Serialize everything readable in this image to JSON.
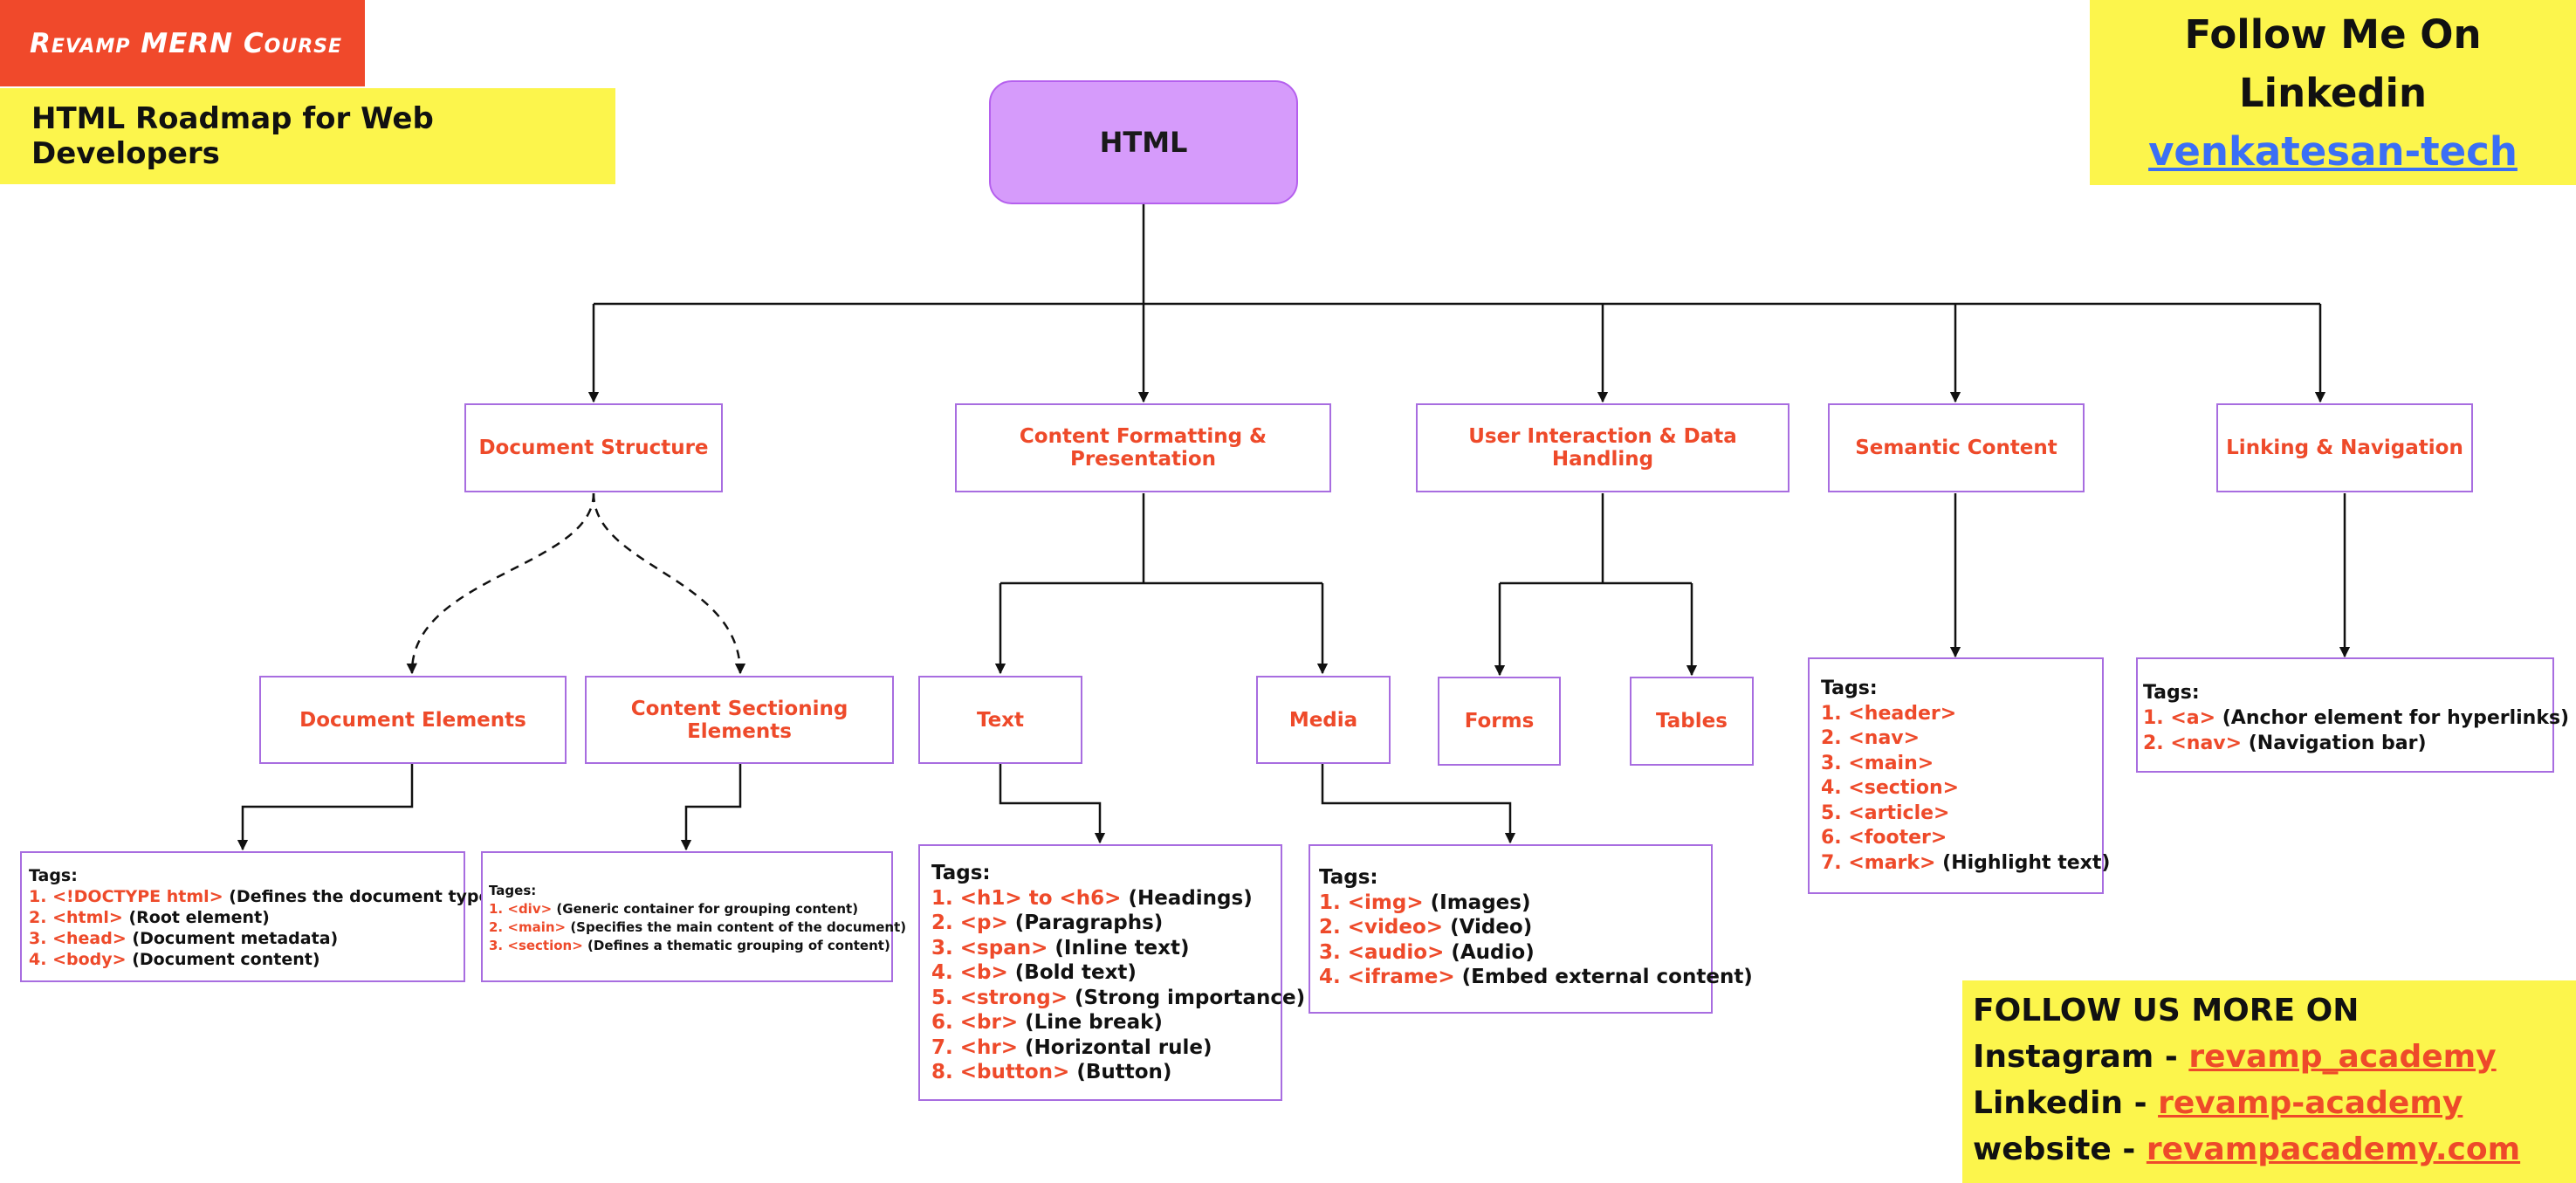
{
  "header": {
    "course_badge": "Revamp MERN Course",
    "title": "HTML Roadmap for Web Developers"
  },
  "follow": {
    "line1": "Follow Me On",
    "line2": "Linkedin",
    "handle": "venkatesan-tech"
  },
  "root": {
    "label": "HTML"
  },
  "categories": [
    {
      "label": "Document Structure"
    },
    {
      "label": "Content Formatting & Presentation"
    },
    {
      "label": "User Interaction & Data Handling"
    },
    {
      "label": "Semantic Content"
    },
    {
      "label": "Linking & Navigation"
    }
  ],
  "subnodes": [
    {
      "label": "Document Elements"
    },
    {
      "label": "Content Sectioning Elements"
    },
    {
      "label": "Text"
    },
    {
      "label": "Media"
    },
    {
      "label": "Forms"
    },
    {
      "label": "Tables"
    }
  ],
  "tagboxes": [
    {
      "heading": "Tags:",
      "items": [
        {
          "n": "1.",
          "tag": "<!DOCTYPE html>",
          "desc": "(Defines the document type)"
        },
        {
          "n": "2.",
          "tag": "<html>",
          "desc": "(Root element)"
        },
        {
          "n": "3.",
          "tag": "<head>",
          "desc": "(Document metadata)"
        },
        {
          "n": "4.",
          "tag": "<body>",
          "desc": "(Document content)"
        }
      ]
    },
    {
      "heading": "Tages:",
      "items": [
        {
          "n": "1.",
          "tag": "<div>",
          "desc": "(Generic container for grouping content)"
        },
        {
          "n": "2.",
          "tag": "<main>",
          "desc": "(Specifies the main content of the document)"
        },
        {
          "n": "3.",
          "tag": "<section>",
          "desc": "(Defines a thematic grouping of content)"
        }
      ]
    },
    {
      "heading": "Tags:",
      "items": [
        {
          "n": "1.",
          "tag": "<h1> to <h6>",
          "desc": "(Headings)"
        },
        {
          "n": "2.",
          "tag": "<p>",
          "desc": "(Paragraphs)"
        },
        {
          "n": "3.",
          "tag": "<span>",
          "desc": "(Inline text)"
        },
        {
          "n": "4.",
          "tag": "<b>",
          "desc": "(Bold text)"
        },
        {
          "n": "5.",
          "tag": "<strong>",
          "desc": "(Strong importance)"
        },
        {
          "n": "6.",
          "tag": "<br>",
          "desc": "(Line break)"
        },
        {
          "n": "7.",
          "tag": "<hr>",
          "desc": "(Horizontal rule)"
        },
        {
          "n": "8.",
          "tag": "<button>",
          "desc": "(Button)"
        }
      ]
    },
    {
      "heading": "Tags:",
      "items": [
        {
          "n": "1.",
          "tag": "<img>",
          "desc": "(Images)"
        },
        {
          "n": "2.",
          "tag": "<video>",
          "desc": "(Video)"
        },
        {
          "n": "3.",
          "tag": "<audio>",
          "desc": "(Audio)"
        },
        {
          "n": "4.",
          "tag": "<iframe>",
          "desc": "(Embed external content)"
        }
      ]
    },
    {
      "heading": "Tags:",
      "items": [
        {
          "n": "1.",
          "tag": "<header>",
          "desc": ""
        },
        {
          "n": "2.",
          "tag": "<nav>",
          "desc": ""
        },
        {
          "n": "3.",
          "tag": "<main>",
          "desc": ""
        },
        {
          "n": "4.",
          "tag": "<section>",
          "desc": ""
        },
        {
          "n": "5.",
          "tag": "<article>",
          "desc": ""
        },
        {
          "n": "6.",
          "tag": "<footer>",
          "desc": ""
        },
        {
          "n": "7.",
          "tag": "<mark>",
          "desc": "(Highlight text)"
        }
      ]
    },
    {
      "heading": "Tags:",
      "items": [
        {
          "n": "1.",
          "tag": "<a>",
          "desc": "(Anchor element for hyperlinks)"
        },
        {
          "n": "2.",
          "tag": "<nav>",
          "desc": "(Navigation bar)"
        }
      ]
    }
  ],
  "footer": {
    "heading": "FOLLOW US MORE ON",
    "links": [
      {
        "platform": "Instagram -",
        "handle": "revamp_academy"
      },
      {
        "platform": "Linkedin -",
        "handle": "revamp-academy"
      },
      {
        "platform": "website -",
        "handle": "revampacademy.com"
      }
    ]
  },
  "colors": {
    "accent_red": "#ee4a2a",
    "badge_yellow": "#fcf54c",
    "node_border": "#a86de0",
    "root_fill": "#d69bfb",
    "link_blue": "#3b6ff5"
  }
}
